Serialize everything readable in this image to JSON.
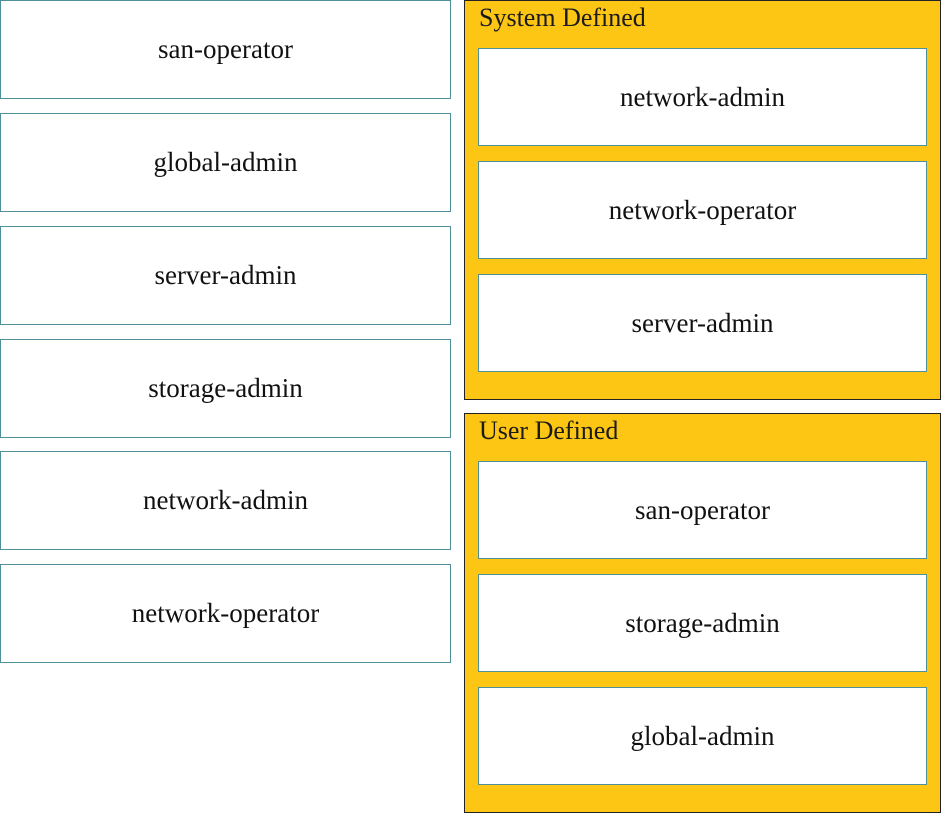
{
  "source_items": [
    "san-operator",
    "global-admin",
    "server-admin",
    "storage-admin",
    "network-admin",
    "network-operator"
  ],
  "categories": [
    {
      "title": "System Defined",
      "items": [
        "network-admin",
        "network-operator",
        "server-admin"
      ]
    },
    {
      "title": "User Defined",
      "items": [
        "san-operator",
        "storage-admin",
        "global-admin"
      ]
    }
  ],
  "colors": {
    "category_fill": "#fdc614",
    "item_border": "#4f8f9a"
  }
}
